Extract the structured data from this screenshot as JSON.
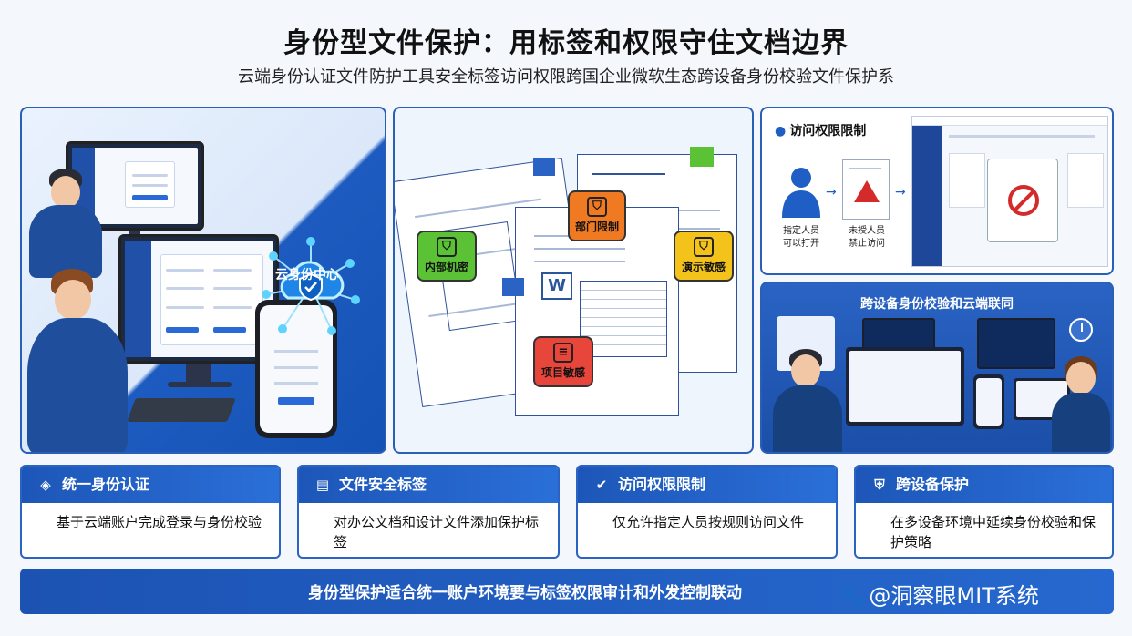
{
  "header": {
    "title": "身份型文件保护：用标签和权限守住文档边界",
    "subtitle": "云端身份认证文件防护工具安全标签访问权限跨国企业微软生态跨设备身份校验文件保护系"
  },
  "panel_identity": {
    "cloud_label": "云身份中心"
  },
  "panel_tags": {
    "tags": [
      "内部机密",
      "部门限制",
      "演示敏感",
      "项目敏感"
    ],
    "word_icon": "W"
  },
  "panel_access": {
    "title": "访问权限限制",
    "allowed_label": [
      "指定人员",
      "可以打开"
    ],
    "denied_label": [
      "未授人员",
      "禁止访问"
    ]
  },
  "panel_devices": {
    "title": "跨设备身份校验和云端联同"
  },
  "features": [
    {
      "icon": "shield-cube-icon",
      "title": "统一身份认证",
      "desc": "基于云端账户完成登录与身份校验"
    },
    {
      "icon": "tag-doc-icon",
      "title": "文件安全标签",
      "desc": "对办公文档和设计文件添加保护标签"
    },
    {
      "icon": "check-badge-icon",
      "title": "访问权限限制",
      "desc": "仅允许指定人员按规则访问文件"
    },
    {
      "icon": "shield-lock-icon",
      "title": "跨设备保护",
      "desc": "在多设备环境中延续身份校验和保护策略"
    }
  ],
  "banner": {
    "text": "身份型保护适合统一账户环境要与标签权限审计和外发控制联动"
  },
  "watermark": {
    "text": "@洞察眼MIT系统"
  },
  "colors": {
    "primary": "#1d56b8",
    "tag_green": "#5bc236",
    "tag_orange": "#f07a22",
    "tag_yellow": "#f3c21b",
    "tag_red": "#e8463a",
    "deny_red": "#d42a2a"
  }
}
